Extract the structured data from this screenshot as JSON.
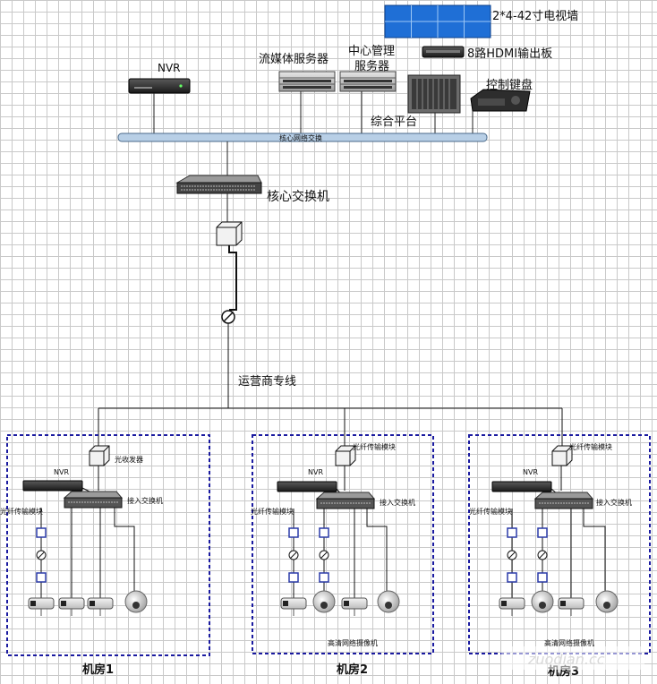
{
  "top": {
    "video_wall": "2*4-42寸电视墙",
    "hdmi_board": "8路HDMI输出板",
    "nvr": "NVR",
    "media_server": "流媒体服务器",
    "mgmt_server_line1": "中心管理",
    "mgmt_server_line2": "服务器",
    "control_keyboard": "控制键盘",
    "platform": "综合平台",
    "backbone_bar": "核心网络交换",
    "core_switch": "核心交换机",
    "leased_line": "运营商专线"
  },
  "rooms": [
    {
      "name": "机房1",
      "uplink": "光收发器",
      "nvr": "NVR",
      "access_switch": "接入交换机",
      "fiber_module": "光纤传输模块",
      "camera_label": ""
    },
    {
      "name": "机房2",
      "uplink": "光纤传输模块",
      "nvr": "NVR",
      "access_switch": "接入交换机",
      "fiber_module": "光纤传输模块",
      "camera_label": "高清网络摄像机"
    },
    {
      "name": "机房3",
      "uplink": "光纤传输模块",
      "nvr": "NVR",
      "access_switch": "接入交换机",
      "fiber_module": "光纤传输模块",
      "camera_label": "高清网络摄像机"
    }
  ],
  "watermark": "zuodian.cc",
  "colors": {
    "bus": "#b8cfe6",
    "room_border": "#1a1aa0",
    "wall": "#1f6fd6",
    "module": "#2a3aa8"
  }
}
